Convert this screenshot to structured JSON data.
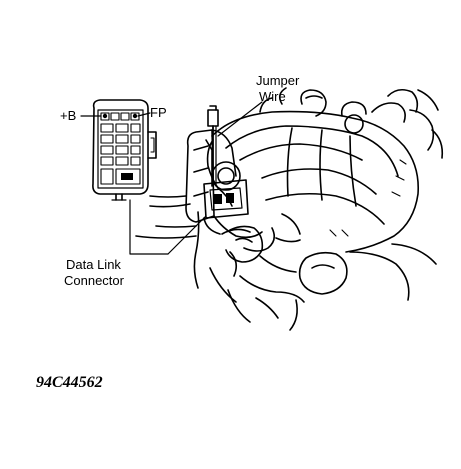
{
  "labels": {
    "plus_b": "+B",
    "fp": "FP",
    "jumper_wire_line1": "Jumper",
    "jumper_wire_line2": "Wire",
    "dlc_line1": "Data Link",
    "dlc_line2": "Connector"
  },
  "figure_code": "94C44562",
  "colors": {
    "ink": "#000000",
    "paper": "#ffffff"
  }
}
